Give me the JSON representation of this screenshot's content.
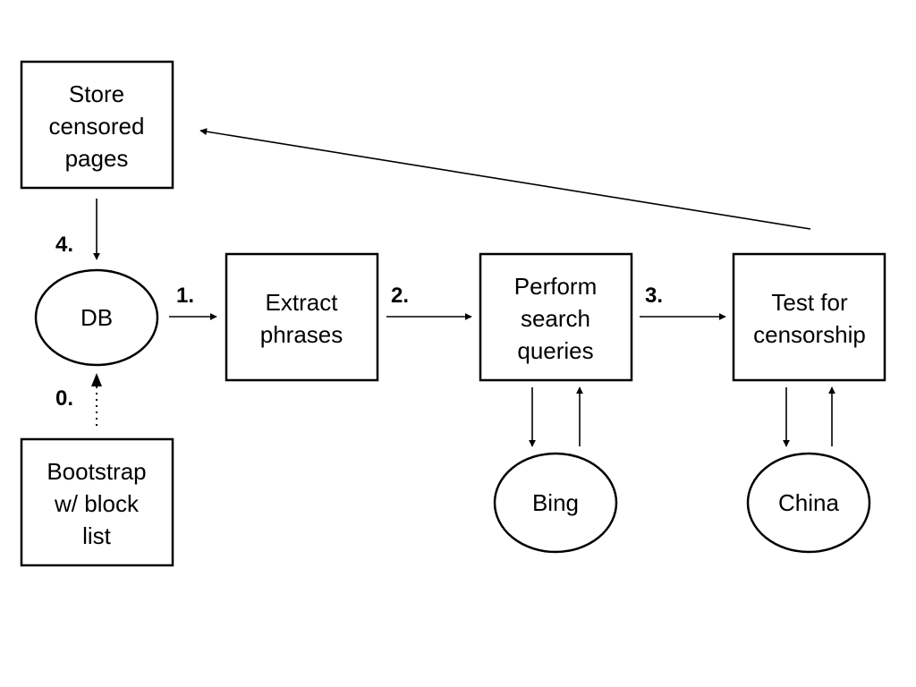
{
  "colors": {
    "stroke": "#000000",
    "background": "#ffffff"
  },
  "nodes": {
    "store": {
      "lines": [
        "Store",
        "censored",
        "pages"
      ]
    },
    "db": {
      "lines": [
        "DB"
      ]
    },
    "bootstrap": {
      "lines": [
        "Bootstrap",
        "w/ block",
        "list"
      ]
    },
    "extract": {
      "lines": [
        "Extract",
        "phrases"
      ]
    },
    "search": {
      "lines": [
        "Perform",
        "search",
        "queries"
      ]
    },
    "test": {
      "lines": [
        "Test for",
        "censorship"
      ]
    },
    "bing": {
      "lines": [
        "Bing"
      ]
    },
    "china": {
      "lines": [
        "China"
      ]
    }
  },
  "step_labels": {
    "step0": "0.",
    "step1": "1.",
    "step2": "2.",
    "step3": "3.",
    "step4": "4."
  }
}
